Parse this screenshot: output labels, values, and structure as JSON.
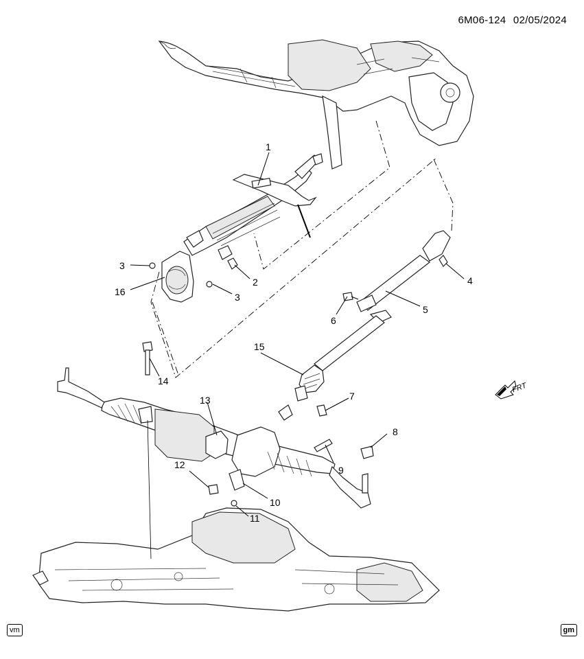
{
  "header": {
    "code": "6M06-124",
    "date": "02/05/2024"
  },
  "callouts": [
    "1",
    "2",
    "3",
    "3",
    "4",
    "5",
    "6",
    "7",
    "8",
    "9",
    "10",
    "11",
    "12",
    "13",
    "14",
    "15",
    "16"
  ],
  "frt_label": "FRT",
  "badges": {
    "left": "vm",
    "right": "gm"
  }
}
